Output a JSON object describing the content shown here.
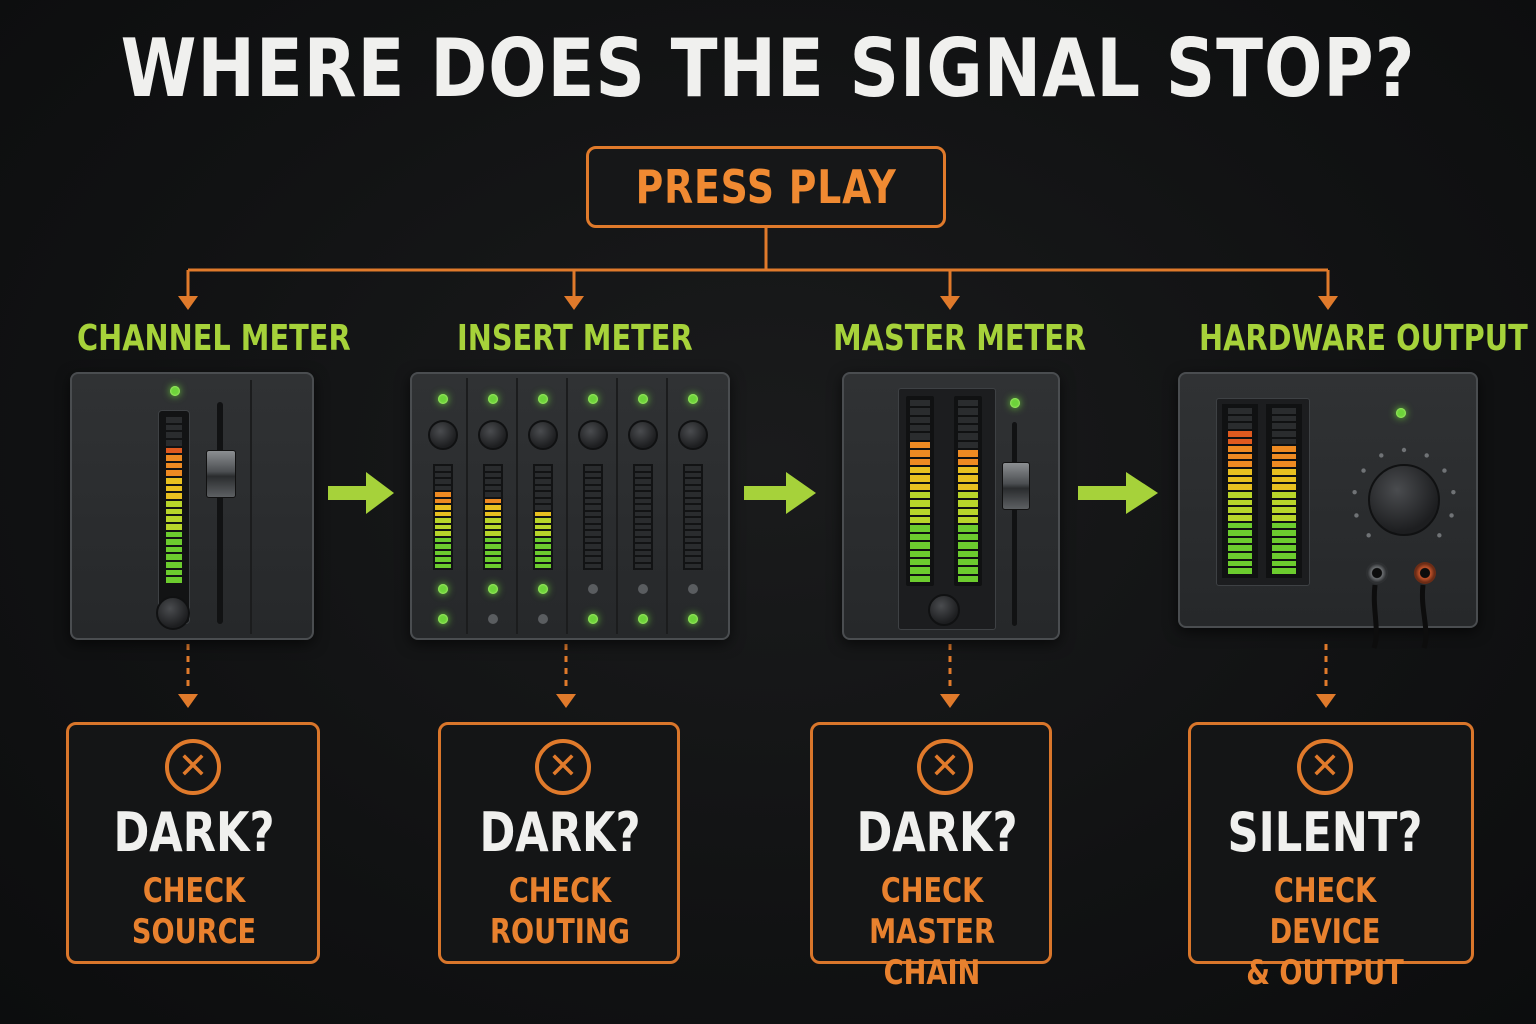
{
  "title": "WHERE DOES THE SIGNAL STOP?",
  "start": {
    "label": "PRESS PLAY"
  },
  "colors": {
    "accent_orange": "#e07a2b",
    "accent_green": "#a6d23a",
    "background": "#111213",
    "led_green": "#6dd33a"
  },
  "stages": [
    {
      "label": "CHANNEL METER",
      "question": "DARK?",
      "tip_lines": [
        "CHECK SOURCE"
      ],
      "icon": "close-x-icon"
    },
    {
      "label": "INSERT METER",
      "question": "DARK?",
      "tip_lines": [
        "CHECK ROUTING"
      ],
      "icon": "close-x-icon"
    },
    {
      "label": "MASTER METER",
      "question": "DARK?",
      "tip_lines": [
        "CHECK MASTER",
        "CHAIN"
      ],
      "icon": "close-x-icon"
    },
    {
      "label": "HARDWARE OUTPUT",
      "question": "SILENT?",
      "tip_lines": [
        "CHECK DEVICE",
        "& OUTPUT"
      ],
      "icon": "close-x-icon"
    }
  ],
  "meter_levels": {
    "channel": 0.8,
    "insert": [
      0.74,
      0.7,
      0.58,
      0,
      0,
      0
    ],
    "master": [
      0.78,
      0.71
    ],
    "hardware": [
      0.85,
      0.75
    ]
  }
}
